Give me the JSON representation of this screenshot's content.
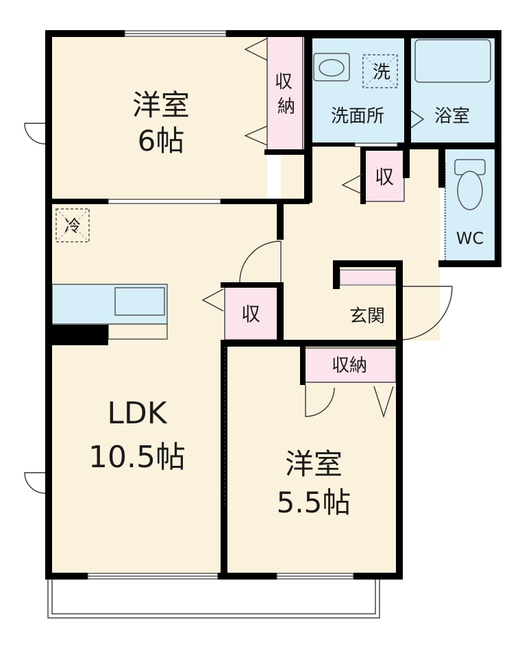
{
  "rooms": {
    "western1": {
      "name": "洋室",
      "size": "6帖"
    },
    "storage1": "収納",
    "washroom": "洗面所",
    "washer": "洗",
    "bathroom": "浴室",
    "closet_hall": "収",
    "wc": "WC",
    "fridge": "冷",
    "closet_ldk": "収",
    "entrance": "玄関",
    "ldk": {
      "name": "LDK",
      "size": "10.5帖"
    },
    "storage2": "収納",
    "western2": {
      "name": "洋室",
      "size": "5.5帖"
    }
  },
  "colors": {
    "floor": "#fbf2de",
    "storage": "#fbe4ec",
    "wet_area": "#d6eef8",
    "wall": "#000000"
  }
}
